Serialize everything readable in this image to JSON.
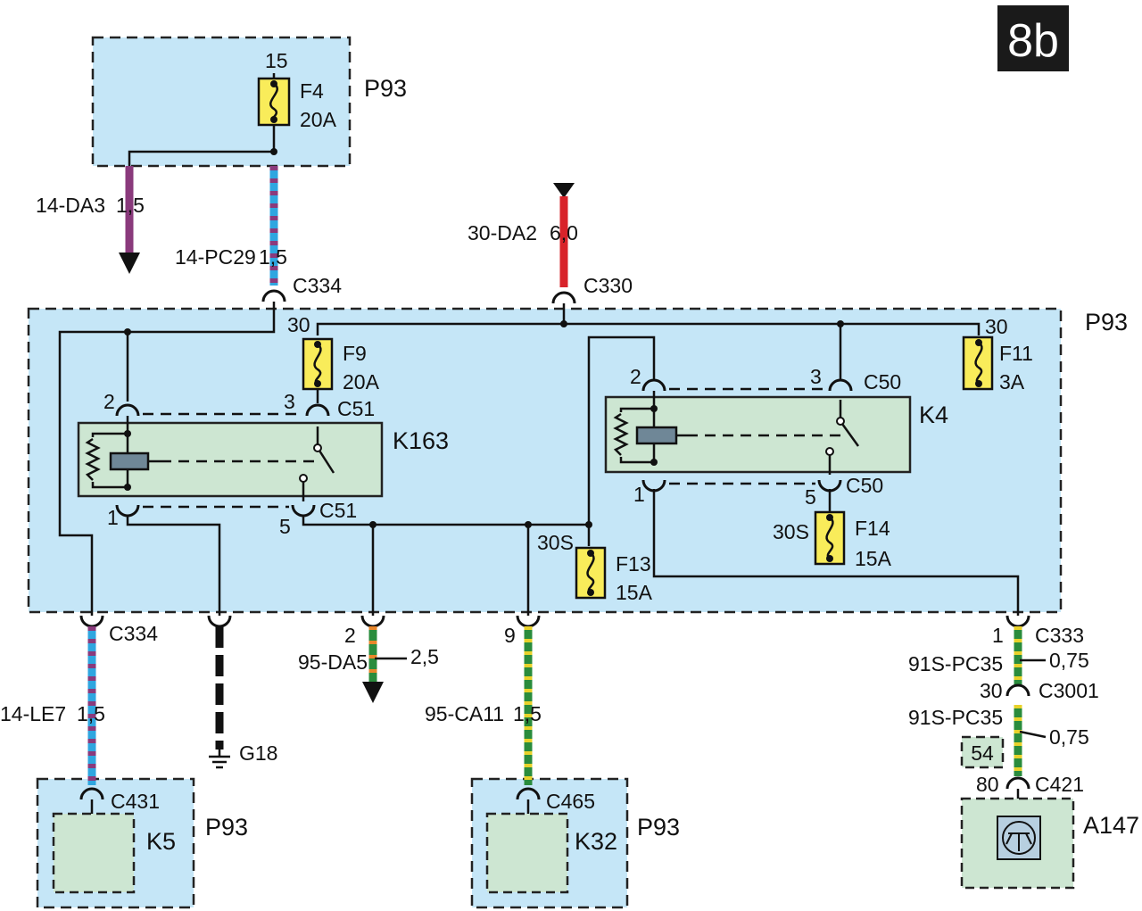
{
  "page_badge": "8b",
  "modules": {
    "p93_top": "P93",
    "p93_main": "P93",
    "p93_k5": "P93",
    "p93_k32": "P93",
    "a147": "A147"
  },
  "components": {
    "k163": "K163",
    "k4": "K4",
    "k5": "K5",
    "k32": "K32",
    "g18": "G18",
    "pin54": "54"
  },
  "fuses": [
    {
      "id": "F4",
      "rating": "20A",
      "pin": "15"
    },
    {
      "id": "F9",
      "rating": "20A",
      "pin": "30"
    },
    {
      "id": "F11",
      "rating": "3A",
      "pin": "30"
    },
    {
      "id": "F13",
      "rating": "15A",
      "pin": "30S"
    },
    {
      "id": "F14",
      "rating": "15A",
      "pin": "30S"
    }
  ],
  "wires": [
    {
      "code": "14-DA3",
      "size": "1,5",
      "colors": [
        "#8a3a7c",
        "#8a3a7c"
      ]
    },
    {
      "code": "14-PC29",
      "size": "1,5",
      "colors": [
        "#2fa6e0",
        "#8a3a7c"
      ]
    },
    {
      "code": "30-DA2",
      "size": "6,0",
      "colors": [
        "#d8232a",
        "#d8232a"
      ]
    },
    {
      "code": "14-LE7",
      "size": "1,5",
      "colors": [
        "#2fa6e0",
        "#8a3a7c"
      ]
    },
    {
      "code": "95-DA5",
      "size": "2,5",
      "colors": [
        "#2a8c3c",
        "#e8862a"
      ]
    },
    {
      "code": "95-CA11",
      "size": "1,5",
      "colors": [
        "#2a8c3c",
        "#e8d22a"
      ]
    },
    {
      "code": "91S-PC35",
      "size": "0,75",
      "colors": [
        "#2a8c3c",
        "#e8d22a"
      ]
    },
    {
      "code": "91S-PC35",
      "size": "0,75",
      "colors": [
        "#2a8c3c",
        "#e8d22a"
      ]
    }
  ],
  "connectors": {
    "c334_top": "C334",
    "c330": "C330",
    "c51_top": "C51",
    "c51_bot": "C51",
    "c50_top": "C50",
    "c50_bot": "C50",
    "c334_bot": "C334",
    "c333": "C333",
    "c3001": "C3001",
    "c431": "C431",
    "c465": "C465",
    "c421": "C421"
  },
  "pins": {
    "k163_2": "2",
    "k163_3": "3",
    "k163_1": "1",
    "k163_5": "5",
    "k4_2": "2",
    "k4_3": "3",
    "k4_1": "1",
    "k4_5": "5",
    "out_2": "2",
    "out_9": "9",
    "out_1": "1",
    "c3001_30": "30",
    "c421_80": "80"
  }
}
